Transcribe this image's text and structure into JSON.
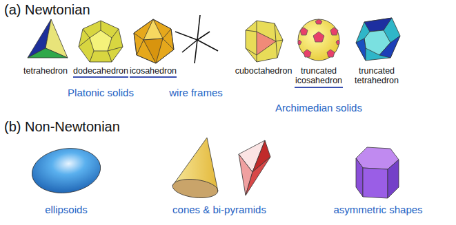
{
  "diagram": {
    "labels": [
      "(a) Newtonian",
      "tetrahedron",
      "dodecahedron",
      "icosahedron",
      "cuboctahedron",
      "truncated icosahedron",
      "truncated tetrahedron",
      "Platonic solids",
      "wire frames",
      "Archimedian solids",
      "(b) Non-Newtonian",
      "ellipsoids",
      "cones & bi-pyramids",
      "asymmetric shapes"
    ]
  }
}
